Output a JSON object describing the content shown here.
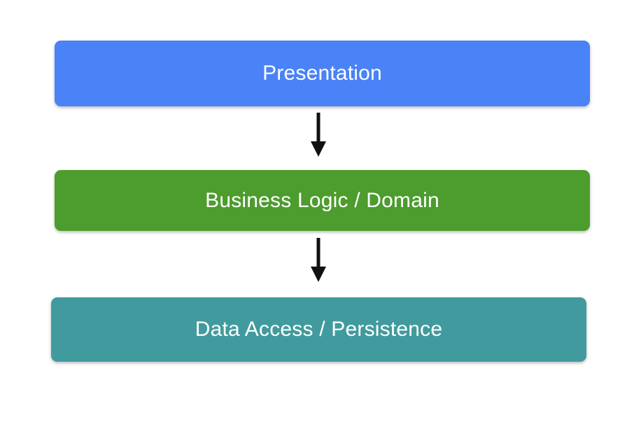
{
  "diagram": {
    "type": "layered-architecture-flow",
    "background_color": "#ffffff",
    "orientation": "vertical-top-down",
    "layers": [
      {
        "id": "presentation",
        "label": "Presentation",
        "color": "#4a82f7",
        "text_color": "#ffffff"
      },
      {
        "id": "business-logic",
        "label": "Business Logic / Domain",
        "color": "#4d9c2e",
        "text_color": "#ffffff"
      },
      {
        "id": "data-access",
        "label": "Data Access / Persistence",
        "color": "#419b9e",
        "text_color": "#ffffff"
      }
    ],
    "connectors": [
      {
        "id": "presentation-to-business",
        "from": "presentation",
        "to": "business-logic",
        "style": "solid-arrow-down",
        "color": "#111111"
      },
      {
        "id": "business-to-data",
        "from": "business-logic",
        "to": "data-access",
        "style": "solid-arrow-down",
        "color": "#111111"
      }
    ]
  }
}
